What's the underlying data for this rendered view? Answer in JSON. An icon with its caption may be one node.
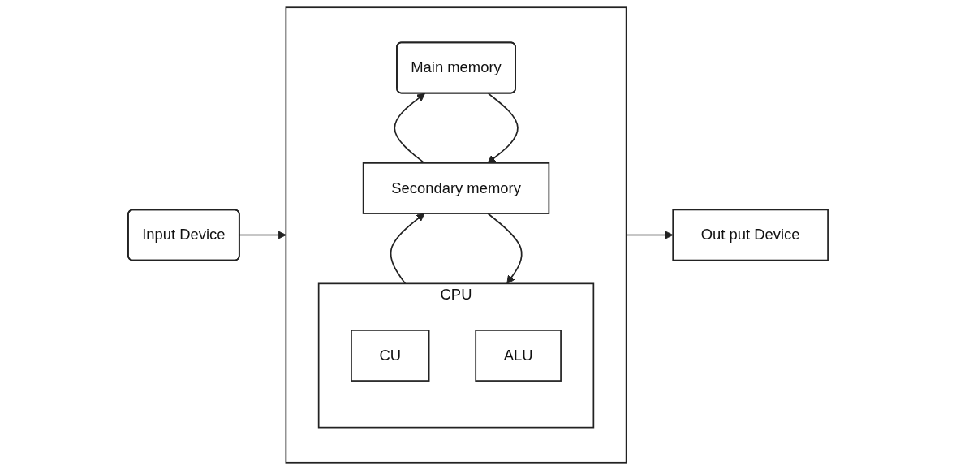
{
  "diagram": {
    "nodes": [
      {
        "text": [
          "Input Device"
        ]
      },
      {
        "text": [],
        "shape": "box"
      },
      {
        "text": [
          "Main memory"
        ],
        "in": 1
      },
      {
        "text": [
          "Secondary memory"
        ],
        "in": 1
      },
      {
        "text": [
          "CPU"
        ],
        "in": 1
      },
      {
        "text": [
          "CU"
        ],
        "in": 4
      },
      {
        "text": [
          "ALU"
        ],
        "in": 4
      },
      {
        "text": [
          "Out put Device"
        ]
      }
    ],
    "edges": [
      {
        "from": 0,
        "to": 1,
        "arrow": "to"
      },
      {
        "from": 2,
        "to": 3,
        "arrow": "to"
      },
      {
        "from": 3,
        "to": 2,
        "arrow": "to"
      },
      {
        "from": 3,
        "to": 4,
        "arrow": "to"
      },
      {
        "from": 4,
        "to": 3,
        "arrow": "to"
      },
      {
        "from": 1,
        "to": 7,
        "arrow": "to"
      }
    ]
  }
}
